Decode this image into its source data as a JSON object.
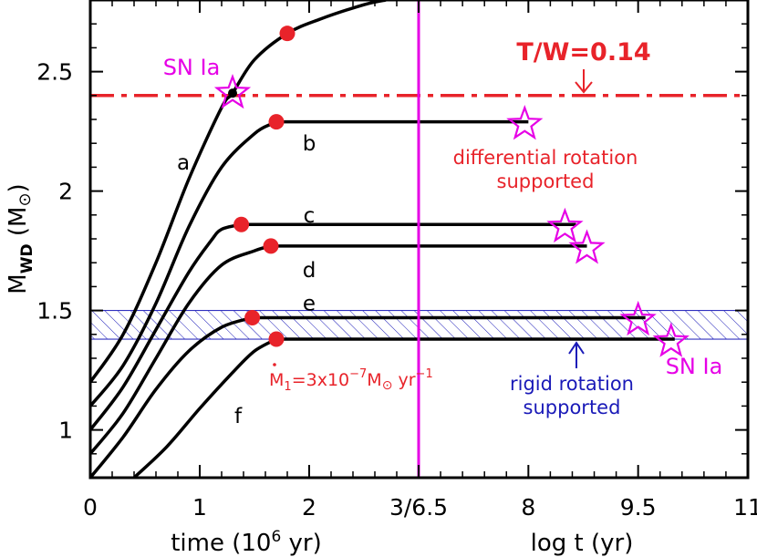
{
  "chart_data": {
    "type": "line",
    "x_segments": {
      "left": {
        "xlabel": "time (10",
        "xlabel_sup": "6",
        "xlabel_end": " yr)",
        "xlim": [
          0,
          3
        ]
      },
      "right": {
        "xlabel": "log t (yr)",
        "xlim": [
          6.5,
          11
        ]
      }
    },
    "x_ticks": [
      {
        "label": "0",
        "panel": "left",
        "value": 0
      },
      {
        "label": "1",
        "panel": "left",
        "value": 1
      },
      {
        "label": "2",
        "panel": "left",
        "value": 2
      },
      {
        "label": "3/6.5",
        "panel": "left",
        "value": 3
      },
      {
        "label": "8",
        "panel": "right",
        "value": 8
      },
      {
        "label": "9.5",
        "panel": "right",
        "value": 9.5
      },
      {
        "label": "11",
        "panel": "right",
        "value": 11
      }
    ],
    "ylabel": "M",
    "ylabel_sub": "WD",
    "ylabel_unit": "(M",
    "ylabel_unit_sym": "⊙",
    "ylabel_end": ")",
    "ylim": [
      0.8,
      2.8
    ],
    "y_ticks": [
      1,
      1.5,
      2,
      2.5
    ],
    "y_tick_labels": [
      "1",
      "1.5",
      "2",
      "2.5"
    ],
    "series": [
      {
        "label": "a",
        "t0": 0.0,
        "m0": 1.2,
        "growth": [
          [
            0.0,
            1.2
          ],
          [
            0.3,
            1.4
          ],
          [
            0.6,
            1.7
          ],
          [
            0.9,
            2.05
          ],
          [
            1.2,
            2.35
          ],
          [
            1.3,
            2.41
          ],
          [
            1.5,
            2.55
          ],
          [
            1.8,
            2.66
          ],
          [
            2.1,
            2.72
          ],
          [
            2.5,
            2.78
          ],
          [
            2.7,
            2.8
          ]
        ],
        "dot": [
          1.8,
          2.66
        ],
        "star": [
          1.3,
          2.41
        ],
        "flat": null
      },
      {
        "label": "b",
        "t0": 0.0,
        "m0": 1.1,
        "growth": [
          [
            0.0,
            1.1
          ],
          [
            0.3,
            1.27
          ],
          [
            0.6,
            1.53
          ],
          [
            0.9,
            1.85
          ],
          [
            1.2,
            2.1
          ],
          [
            1.5,
            2.24
          ],
          [
            1.65,
            2.28
          ],
          [
            1.7,
            2.29
          ]
        ],
        "dot": [
          1.7,
          2.29
        ],
        "star": [
          7.95,
          2.28
        ],
        "flat": [
          1.7,
          8.0,
          2.29
        ]
      },
      {
        "label": "c",
        "t0": 0.0,
        "m0": 1.0,
        "growth": [
          [
            0.0,
            1.0
          ],
          [
            0.3,
            1.18
          ],
          [
            0.6,
            1.42
          ],
          [
            0.9,
            1.66
          ],
          [
            1.1,
            1.79
          ],
          [
            1.2,
            1.84
          ],
          [
            1.38,
            1.86
          ]
        ],
        "dot": [
          1.38,
          1.86
        ],
        "star": [
          8.5,
          1.85
        ],
        "flat": [
          1.38,
          8.65,
          1.86
        ]
      },
      {
        "label": "d",
        "t0": 0.0,
        "m0": 0.9,
        "growth": [
          [
            0.0,
            0.9
          ],
          [
            0.3,
            1.07
          ],
          [
            0.6,
            1.3
          ],
          [
            0.9,
            1.53
          ],
          [
            1.2,
            1.69
          ],
          [
            1.5,
            1.75
          ],
          [
            1.65,
            1.77
          ]
        ],
        "dot": [
          1.65,
          1.77
        ],
        "star": [
          8.8,
          1.76
        ],
        "flat": [
          1.65,
          8.8,
          1.77
        ]
      },
      {
        "label": "e",
        "t0": 0.0,
        "m0": 0.8,
        "growth": [
          [
            0.0,
            0.8
          ],
          [
            0.3,
            0.97
          ],
          [
            0.6,
            1.17
          ],
          [
            0.9,
            1.33
          ],
          [
            1.2,
            1.43
          ],
          [
            1.48,
            1.47
          ]
        ],
        "dot": [
          1.48,
          1.47
        ],
        "star": [
          9.5,
          1.46
        ],
        "flat": [
          1.48,
          9.6,
          1.47
        ]
      },
      {
        "label": "f",
        "t0": 0.4,
        "m0": 0.8,
        "growth": [
          [
            0.4,
            0.8
          ],
          [
            0.7,
            0.93
          ],
          [
            1.0,
            1.09
          ],
          [
            1.3,
            1.24
          ],
          [
            1.5,
            1.33
          ],
          [
            1.7,
            1.38
          ]
        ],
        "dot": [
          1.7,
          1.38
        ],
        "star": [
          9.95,
          1.37
        ],
        "flat": [
          1.7,
          10.0,
          1.38
        ]
      }
    ],
    "series_labels": [
      {
        "text": "a",
        "x": 0.85,
        "y": 2.12
      },
      {
        "text": "b",
        "x": 2.0,
        "y": 2.2
      },
      {
        "text": "c",
        "x": 2.0,
        "y": 1.9
      },
      {
        "text": "d",
        "x": 2.0,
        "y": 1.67
      },
      {
        "text": "e",
        "x": 2.0,
        "y": 1.53
      },
      {
        "text": "f",
        "x": 1.35,
        "y": 1.06
      }
    ],
    "annotations": {
      "tw_text": "T/W=0.14",
      "tw_value": 2.4,
      "sn_ia_top": "SN Ia",
      "sn_ia_bottom": "SN Ia",
      "diff_line1": "differential rotation",
      "diff_line2": "supported",
      "rigid_line1": "rigid rotation",
      "rigid_line2": "supported",
      "mdot_prefix": "M",
      "mdot_sub": "1",
      "mdot_mid": "=3x10",
      "mdot_exp": "−7",
      "mdot_unit": "M",
      "mdot_unit_sym": "⊙",
      "mdot_yr": "yr",
      "mdot_yr_exp": "−1",
      "band_range": [
        1.38,
        1.5
      ]
    },
    "colors": {
      "curve": "#000000",
      "dot": "#e8232a",
      "star": "#e600e6",
      "tw_line": "#e8232a",
      "magenta_line": "#e600e6",
      "band": "#1a1ab8",
      "diff_text": "#e8232a",
      "rigid_text": "#1a1ab8",
      "mdot_text": "#e8232a"
    },
    "grid": false,
    "legend": "none"
  }
}
